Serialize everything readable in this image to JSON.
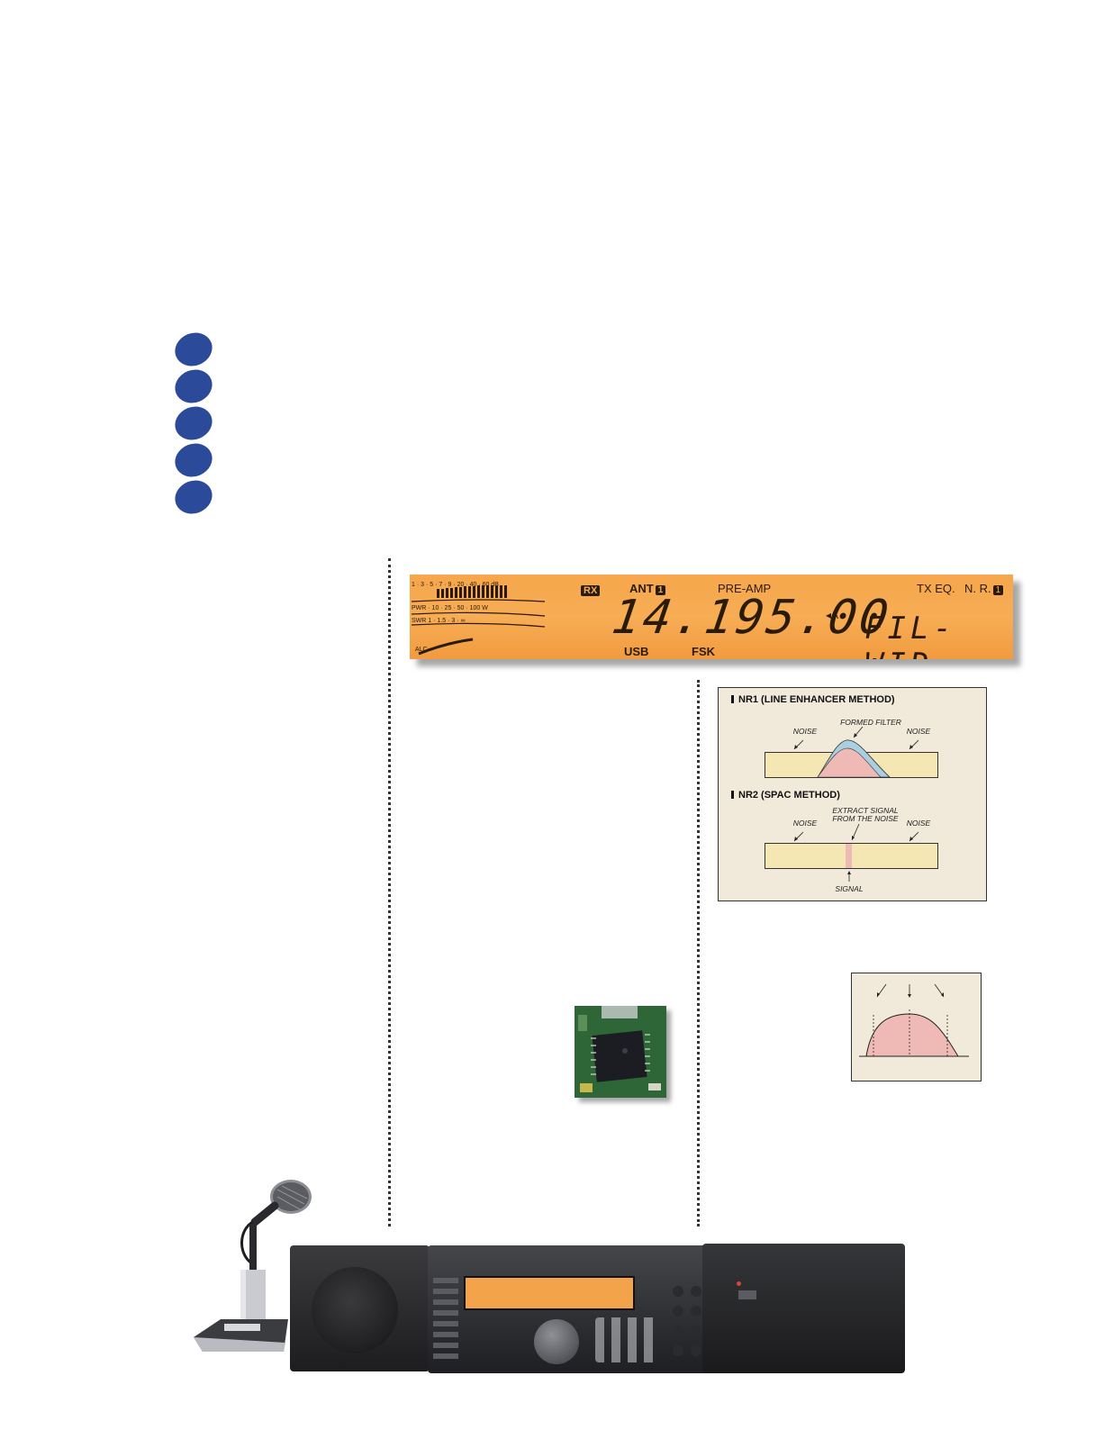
{
  "lcd": {
    "rx_badge": "RX",
    "ant_label": "ANT",
    "ant_num": "1",
    "preamp": "PRE-AMP",
    "tx_eq": "TX EQ.",
    "nr_label": "N. R.",
    "nr_num": "1",
    "frequency": "14.195.00",
    "vfo": "◂A",
    "filter_text": "FIL-WID",
    "mode_usb": "USB",
    "mode_fsk": "FSK",
    "meter_scale_top": "1 · 3 · 5 · 7 · 9 · 20 · 40 · 60 dB",
    "meter_scale_mid": "PWR · 10 · 25 · 50 · 100 W",
    "meter_scale_bot": "SWR 1 · 1.5 · 3 · ∞",
    "meter_alc": "ALC"
  },
  "nr_diagram": {
    "nr1_title": "NR1 (LINE ENHANCER METHOD)",
    "nr1_formed_filter": "FORMED FILTER",
    "nr1_noise_left": "NOISE",
    "nr1_noise_right": "NOISE",
    "nr2_title": "NR2 (SPAC METHOD)",
    "nr2_extract_line1": "EXTRACT SIGNAL",
    "nr2_extract_line2": "FROM THE NOISE",
    "nr2_noise_left": "NOISE",
    "nr2_noise_right": "NOISE",
    "nr2_signal": "SIGNAL",
    "colors": {
      "band": "#f5e7b3",
      "signal": "#efb9b5",
      "filter": "#a9cfe0",
      "panel": "#f1e9da"
    }
  },
  "accent_color": "#2b4a9a"
}
